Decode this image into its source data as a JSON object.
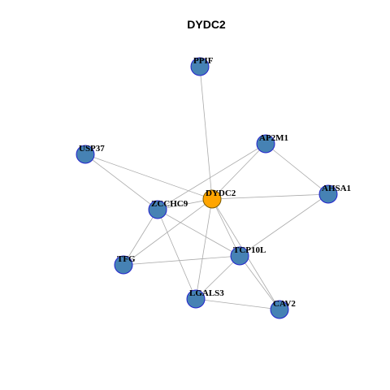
{
  "title": "DYDC2",
  "colors": {
    "center_fill": "#ffa500",
    "center_stroke": "#7a5a00",
    "node_fill": "#4682b4",
    "node_stroke": "#2222cc",
    "edge": "#aaaaaa"
  },
  "nodes": [
    {
      "id": "PPIF",
      "label": "PPIF",
      "center": false
    },
    {
      "id": "AP2M1",
      "label": "AP2M1",
      "center": false
    },
    {
      "id": "USP37",
      "label": "USP37",
      "center": false
    },
    {
      "id": "AHSA1",
      "label": "AHSA1",
      "center": false
    },
    {
      "id": "DYDC2",
      "label": "DYDC2",
      "center": true
    },
    {
      "id": "ZCCHC9",
      "label": "ZCCHC9",
      "center": false
    },
    {
      "id": "TCP10L",
      "label": "TCP10L",
      "center": false
    },
    {
      "id": "TFG",
      "label": "TFG",
      "center": false
    },
    {
      "id": "LGALS3",
      "label": "LGALS3",
      "center": false
    },
    {
      "id": "CAV2",
      "label": "CAV2",
      "center": false
    }
  ],
  "edges": [
    [
      "PPIF",
      "DYDC2"
    ],
    [
      "AP2M1",
      "DYDC2"
    ],
    [
      "AP2M1",
      "ZCCHC9"
    ],
    [
      "AP2M1",
      "AHSA1"
    ],
    [
      "USP37",
      "DYDC2"
    ],
    [
      "USP37",
      "ZCCHC9"
    ],
    [
      "AHSA1",
      "DYDC2"
    ],
    [
      "AHSA1",
      "TCP10L"
    ],
    [
      "DYDC2",
      "ZCCHC9"
    ],
    [
      "DYDC2",
      "TCP10L"
    ],
    [
      "DYDC2",
      "LGALS3"
    ],
    [
      "DYDC2",
      "CAV2"
    ],
    [
      "DYDC2",
      "TFG"
    ],
    [
      "ZCCHC9",
      "TFG"
    ],
    [
      "ZCCHC9",
      "TCP10L"
    ],
    [
      "ZCCHC9",
      "LGALS3"
    ],
    [
      "TCP10L",
      "TFG"
    ],
    [
      "TCP10L",
      "LGALS3"
    ],
    [
      "TCP10L",
      "CAV2"
    ],
    [
      "LGALS3",
      "CAV2"
    ]
  ]
}
